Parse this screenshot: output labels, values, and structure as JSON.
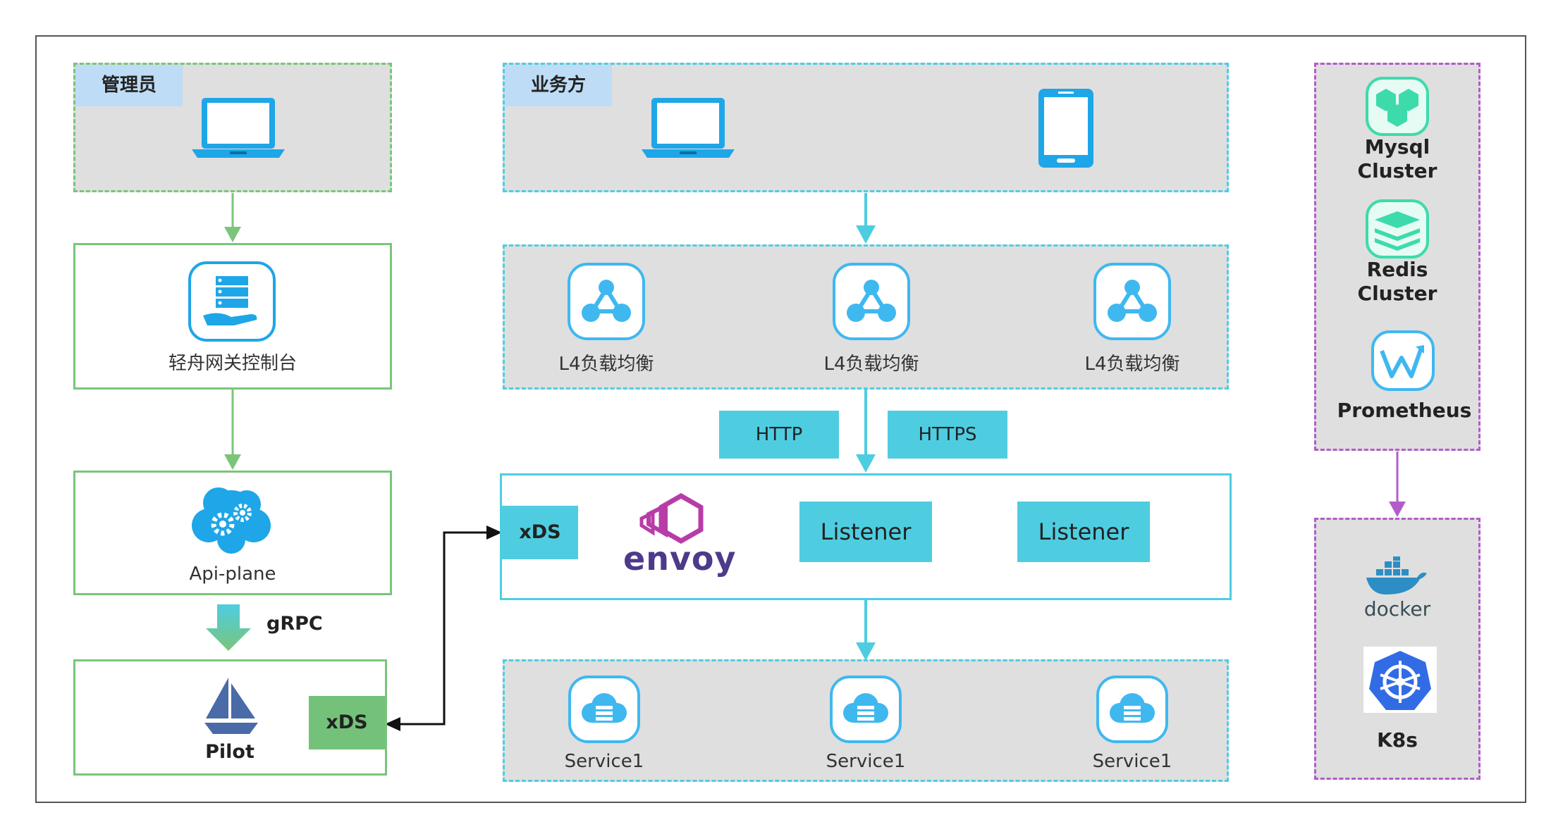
{
  "admin": {
    "title": "管理员",
    "console": "轻舟网关控制台",
    "api_plane": "Api-plane",
    "grpc": "gRPC",
    "pilot": "Pilot",
    "pilot_xds": "xDS"
  },
  "business": {
    "title": "业务方",
    "lb_items": [
      "L4负载均衡",
      "L4负载均衡",
      "L4负载均衡"
    ],
    "protocols": [
      "HTTP",
      "HTTPS"
    ],
    "envoy_xds": "xDS",
    "envoy_logo": "envoy",
    "listeners": [
      "Listener",
      "Listener"
    ],
    "services": [
      "Service1",
      "Service1",
      "Service1"
    ]
  },
  "infra": {
    "mysql": [
      "Mysql",
      "Cluster"
    ],
    "redis": [
      "Redis",
      "Cluster"
    ],
    "prometheus": "Prometheus",
    "docker": "docker",
    "k8s": "K8s"
  },
  "colors": {
    "green": "#7ac57a",
    "cyan": "#4ecde1",
    "purple": "#b35cc8",
    "gray_fill": "#dfdfdf",
    "label_bg": "#bedcf5",
    "icon_blue": "#1ea6e8",
    "mint": "#3ddbac",
    "envoy_purple": "#b83ca8",
    "pilot_green": "#74c27a"
  },
  "icons": [
    "laptop-icon",
    "phone-icon",
    "console-server-icon",
    "api-plane-cloud-gear-icon",
    "pilot-sail-icon",
    "load-balancer-icon",
    "service-cloud-icon",
    "mysql-icon",
    "redis-icon",
    "prometheus-icon",
    "docker-icon",
    "kubernetes-icon",
    "envoy-logo-icon"
  ]
}
